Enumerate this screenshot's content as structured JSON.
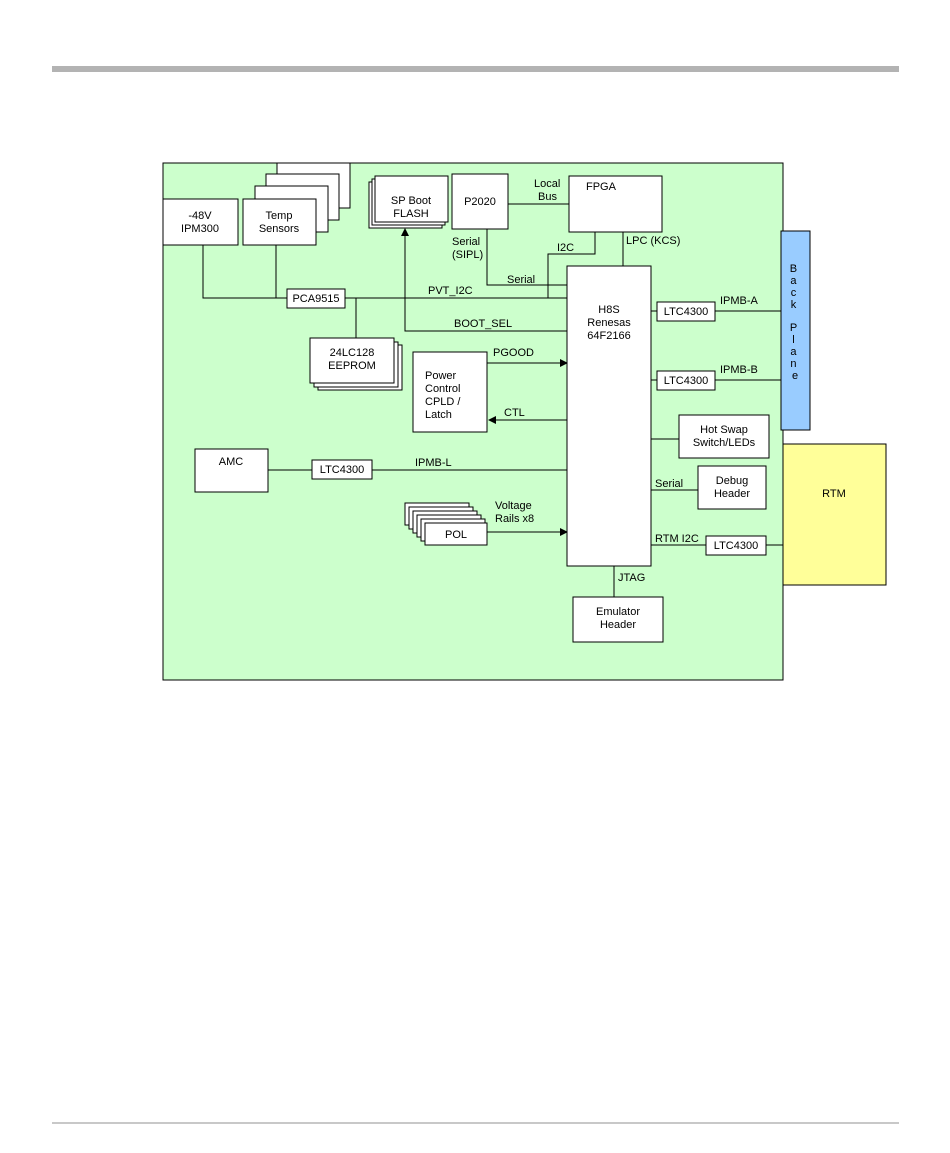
{
  "diagram": {
    "blocks": {
      "ipm300": [
        "-48V",
        "IPM300"
      ],
      "temp_sensors": [
        "Temp",
        "Sensors"
      ],
      "sp_boot_flash": [
        "SP Boot",
        "FLASH"
      ],
      "p2020": "P2020",
      "fpga": "FPGA",
      "h8s": [
        "H8S",
        "Renesas",
        "64F2166"
      ],
      "pca9515": "PCA9515",
      "eeprom": [
        "24LC128",
        "EEPROM"
      ],
      "power_control": [
        "Power",
        "Control",
        "CPLD /",
        "Latch"
      ],
      "amc": "AMC",
      "ltc4300_l": "LTC4300",
      "ltc4300_a": "LTC4300",
      "ltc4300_b": "LTC4300",
      "ltc4300_rtm": "LTC4300",
      "pol": "POL",
      "hot_swap": [
        "Hot Swap",
        "Switch/LEDs"
      ],
      "debug_header": [
        "Debug",
        "Header"
      ],
      "emulator_header": [
        "Emulator",
        "Header"
      ],
      "backplane": [
        "B",
        "a",
        "c",
        "k",
        "P",
        "l",
        "a",
        "n",
        "e"
      ],
      "rtm": "RTM"
    },
    "labels": {
      "local_bus": [
        "Local",
        "Bus"
      ],
      "serial_sipl": [
        "Serial",
        "(SIPL)"
      ],
      "i2c": "I2C",
      "lpc_kcs": "LPC (KCS)",
      "serial_top": "Serial",
      "pvt_i2c": "PVT_I2C",
      "boot_sel": "BOOT_SEL",
      "ipmb_a": "IPMB-A",
      "ipmb_b": "IPMB-B",
      "pgood": "PGOOD",
      "ctl": "CTL",
      "ipmb_l": "IPMB-L",
      "voltage_rails": [
        "Voltage",
        "Rails x8"
      ],
      "serial_debug": "Serial",
      "rtm_i2c": "RTM I2C",
      "jtag": "JTAG"
    },
    "colors": {
      "board": "#ccffcc",
      "backplane": "#99ccff",
      "rtm": "#ffff99",
      "line": "#000000"
    }
  }
}
